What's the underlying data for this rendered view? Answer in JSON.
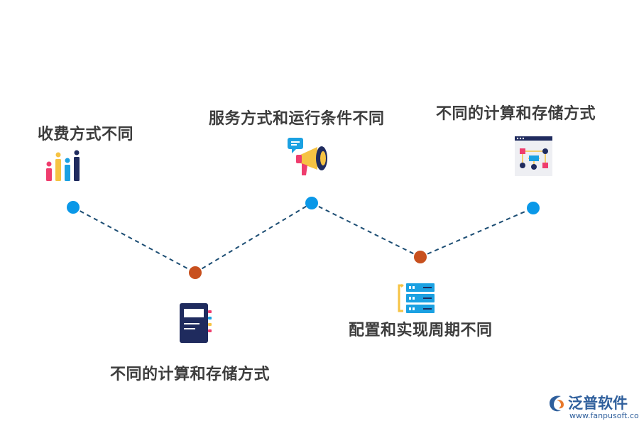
{
  "nodes": [
    {
      "id": "n1",
      "label": "收费方式不同",
      "color": "#0a98e8",
      "icon": "bar-chart-icon"
    },
    {
      "id": "n2",
      "label": "不同的计算和存储方式",
      "color": "#c8501e",
      "icon": "notebook-icon"
    },
    {
      "id": "n3",
      "label": "服务方式和运行条件不同",
      "color": "#0a98e8",
      "icon": "megaphone-icon"
    },
    {
      "id": "n4",
      "label": "配置和实现周期不同",
      "color": "#c8501e",
      "icon": "server-icon"
    },
    {
      "id": "n5",
      "label": "不同的计算和存储方式",
      "color": "#0a98e8",
      "icon": "flowchart-icon"
    }
  ],
  "line_color": "#1c4d73",
  "logo": {
    "name": "泛普软件",
    "url": "www.fanpusoft.com"
  }
}
